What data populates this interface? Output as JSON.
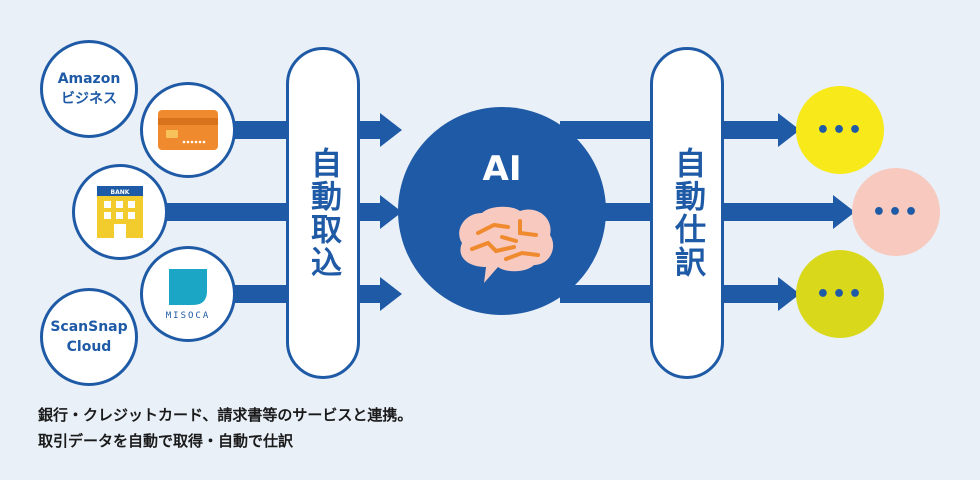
{
  "sources": {
    "amazon": "Amazon\nビジネス",
    "scansnap": "ScanSnap\nCloud",
    "bank_label": "BANK",
    "misoca_label": "MISOCA"
  },
  "left_pill": "自動取込",
  "ai_label": "AI",
  "right_pill": "自動仕訳",
  "outputs": [
    "•••",
    "•••",
    "•••"
  ],
  "colors": {
    "primary": "#1f5aa6",
    "background": "#e9f0f8",
    "card": "#f08a2e",
    "bank": "#f2cc2c",
    "misoca": "#1aa6c4",
    "brain": "#f7c9bf",
    "brain_lines": "#f08a2e",
    "output_1": "#f7e91a",
    "output_2": "#f7c9bf",
    "output_3": "#d9d81a"
  },
  "caption": {
    "line1": "銀行・クレジットカード、請求書等のサービスと連携。",
    "line2": "取引データを自動で取得・自動で仕訳"
  }
}
